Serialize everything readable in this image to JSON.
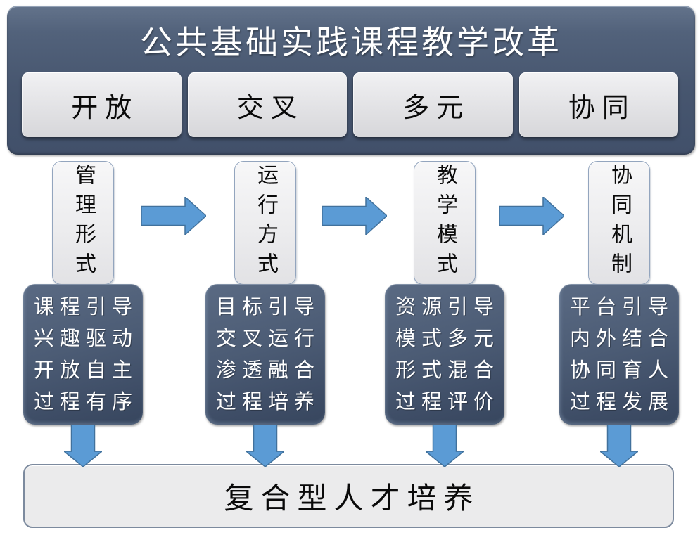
{
  "diagram": {
    "title": "公共基础实践课程教学改革",
    "principles": [
      "开放",
      "交叉",
      "多元",
      "协同"
    ],
    "columns": [
      {
        "category": "管理形式",
        "details": [
          "课程引导",
          "兴趣驱动",
          "开放自主",
          "过程有序"
        ]
      },
      {
        "category": "运行方式",
        "details": [
          "目标引导",
          "交叉运行",
          "渗透融合",
          "过程培养"
        ]
      },
      {
        "category": "教学模式",
        "details": [
          "资源引导",
          "模式多元",
          "形式混合",
          "过程评价"
        ]
      },
      {
        "category": "协同机制",
        "details": [
          "平台引导",
          "内外结合",
          "协同育人",
          "过程发展"
        ]
      }
    ],
    "outcome": "复合型人才培养",
    "colors": {
      "panel_dark": "#44546A",
      "box_light": "#EBEBEC",
      "arrow_fill": "#5B9BD5",
      "arrow_border": "#41719C",
      "title_text": "#FFFFFF",
      "body_text": "#000000"
    }
  }
}
